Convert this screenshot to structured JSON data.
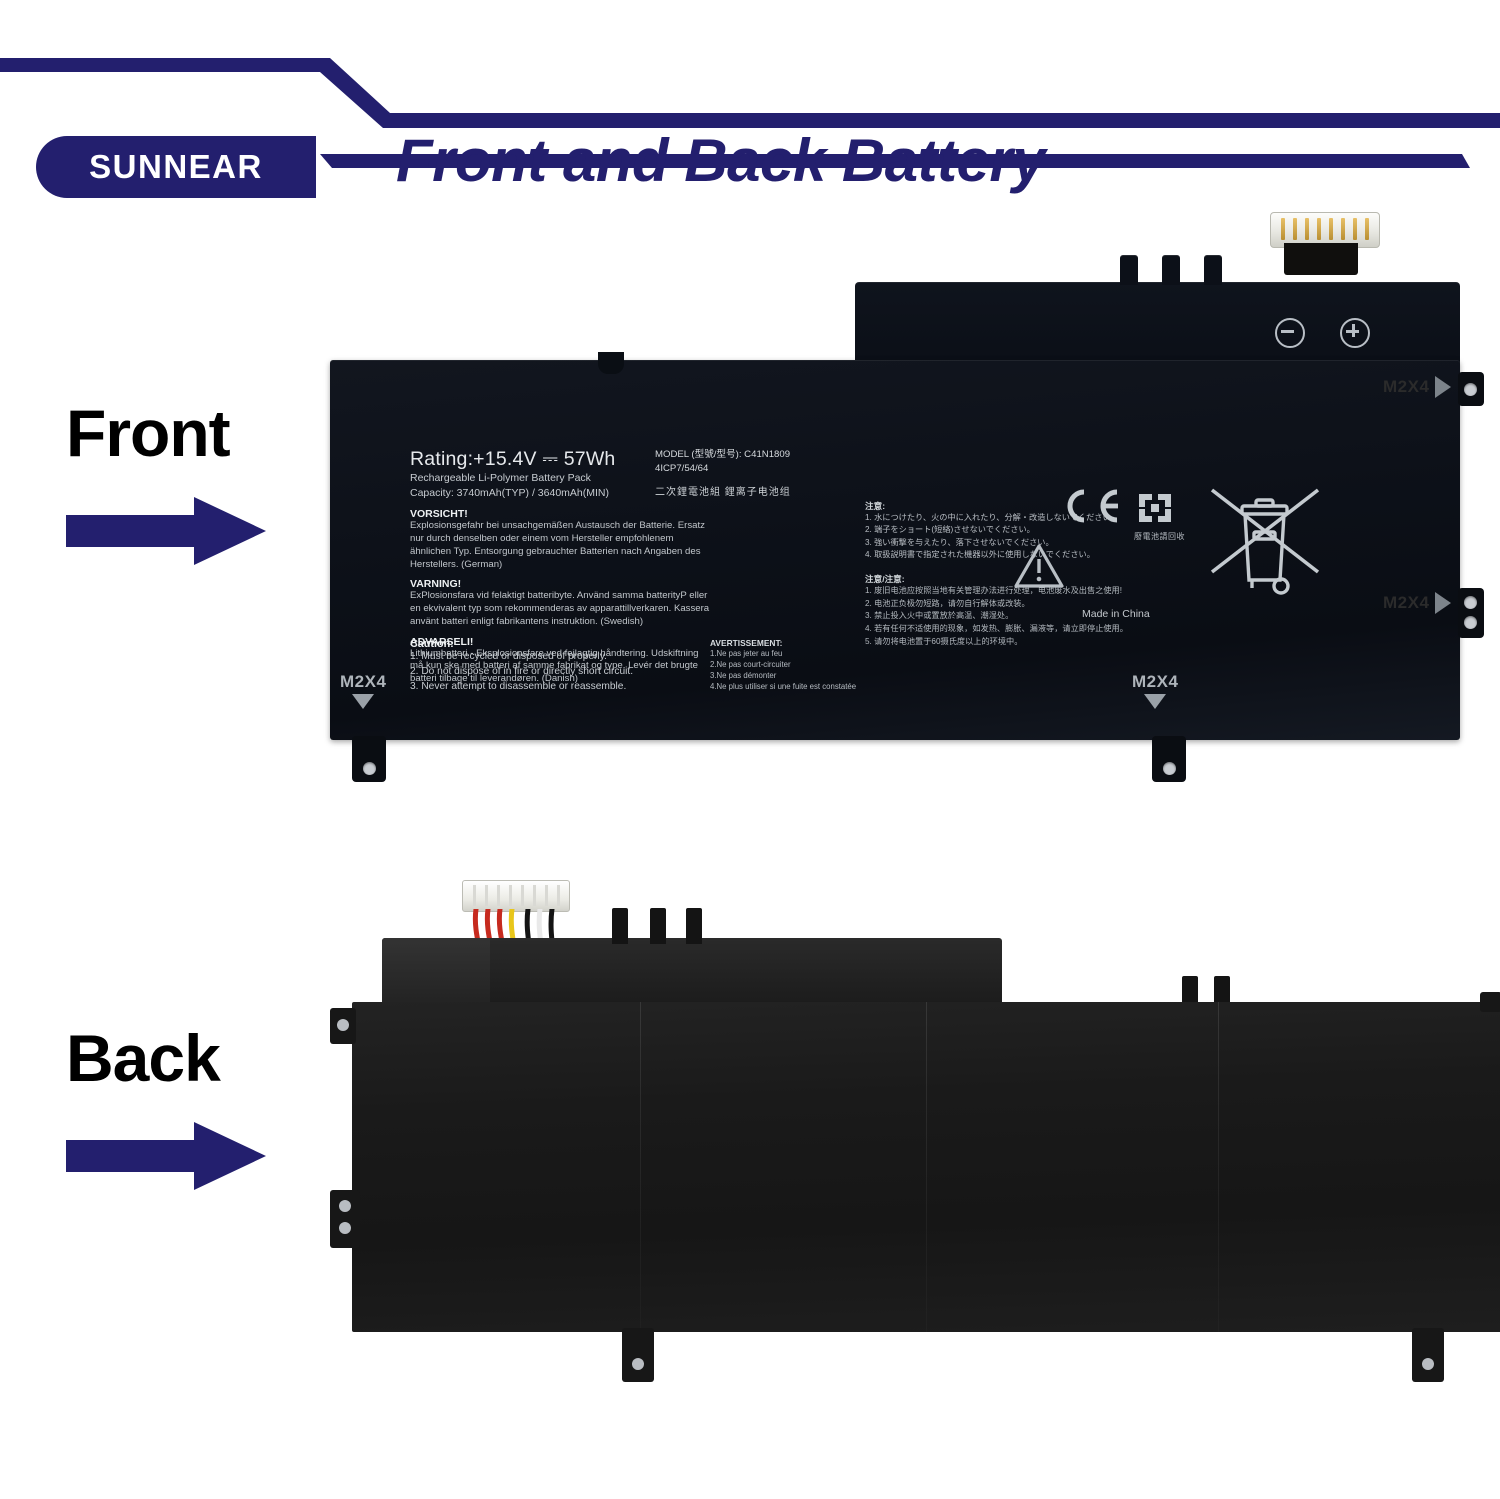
{
  "header": {
    "brand": "SUNNEAR",
    "title": "Front and Back Battery",
    "brand_color": "#231f6e",
    "title_color": "#231f6e"
  },
  "views": [
    {
      "key": "front",
      "label": "Front",
      "arrow": "right-arrow-icon"
    },
    {
      "key": "back",
      "label": "Back",
      "arrow": "right-arrow-icon"
    }
  ],
  "battery_label": {
    "rating": "Rating:+15.4V ⎓ 57Wh",
    "type": "Rechargeable Li-Polymer Battery Pack",
    "capacity": "Capacity: 3740mAh(TYP) / 3640mAh(MIN)",
    "model_line1": "MODEL (型號/型号): C41N1809",
    "model_line2": "4ICP7/54/64",
    "model_cjk": "二次鋰電池組    鋰离子电池组",
    "warnings": [
      {
        "heading": "VORSICHT!",
        "body": "Explosionsgefahr bei unsachgemäßen Austausch der Batterie. Ersatz nur durch denselben oder einem vom Hersteller empfohlenem ähnlichen Typ. Entsorgung gebrauchter Batterien nach Angaben des Herstellers. (German)"
      },
      {
        "heading": "VARNING!",
        "body": "ExPlosionsfara vid felaktigt batteribyte. Använd samma batterityP eller en ekvivalent typ som rekommenderas av apparattillverkaren. Kassera använt batteri enligt fabrikantens instruktion. (Swedish)"
      },
      {
        "heading": "ADVARSELI!",
        "body": "Lithiumbatteri - Eksplosionsfare ved fejlagtig håndtering. Udskiftning må kun ske med batteri af samme fabrikat og type. Levér det brugte batteri tilbage til leverandøren. (Danish)"
      }
    ],
    "caution": {
      "heading": "Caution:",
      "items": [
        "1. Must be recycled or disposed of properly.",
        "2. Do not dispose of in fire or directly short circuit.",
        "3. Never attempt to disassemble or reassemble."
      ]
    },
    "avertissement": {
      "heading": "AVERTISSEMENT:",
      "items": [
        "1.Ne pas jeter au feu",
        "2.Ne pas court-circuiter",
        "3.Ne pas démonter",
        "4.Ne plus utiliser si une fuite est constatée"
      ]
    },
    "japanese": {
      "heading": "注意:",
      "items": [
        "1. 水につけたり、火の中に入れたり、分解・改造しないでください。",
        "2. 端子をショート(短絡)させないでください。",
        "3. 強い衝撃を与えたり、落下させないでください。",
        "4. 取扱説明書で指定された機器以外に使用しないでください。"
      ]
    },
    "chinese": {
      "heading": "注意/注意:",
      "items": [
        "1. 废旧电池应按照当地有关管理办法进行处理，电池废水及出售之使用!",
        "2. 电池正负极勿短路，请勿自行解体或改装。",
        "3. 禁止投入火中或置放於高温、潮湿处。",
        "4. 若有任何不适使用的现象，如发热、膨胀、漏液等，请立即停止使用。",
        "5. 请勿将电池置于60摄氏度以上的环境中。"
      ]
    },
    "made_in": "Made in China",
    "recycle_cjk": "廢電池請回收",
    "icons": [
      "ce-mark-icon",
      "recycle-icon",
      "crossed-wheelie-bin-icon",
      "warning-triangle-icon"
    ]
  },
  "front_markers": [
    {
      "id": "m2x4-top-right",
      "text": "M2X4",
      "arrow": "triangle-right-icon"
    },
    {
      "id": "m2x4-mid-right",
      "text": "M2X4",
      "arrow": "triangle-right-icon"
    },
    {
      "id": "m2x4-bottom-left",
      "text": "M2X4",
      "arrow": "triangle-down-icon"
    },
    {
      "id": "m2x4-bottom-mid",
      "text": "M2X4",
      "arrow": "triangle-down-icon"
    }
  ],
  "polarity": {
    "negative": "minus-terminal-icon",
    "positive": "plus-terminal-icon"
  },
  "back_wires": [
    "#c62a1e",
    "#c62a1e",
    "#c62a1e",
    "#e8c61a",
    "#111111",
    "#e9e9e9",
    "#111111"
  ]
}
